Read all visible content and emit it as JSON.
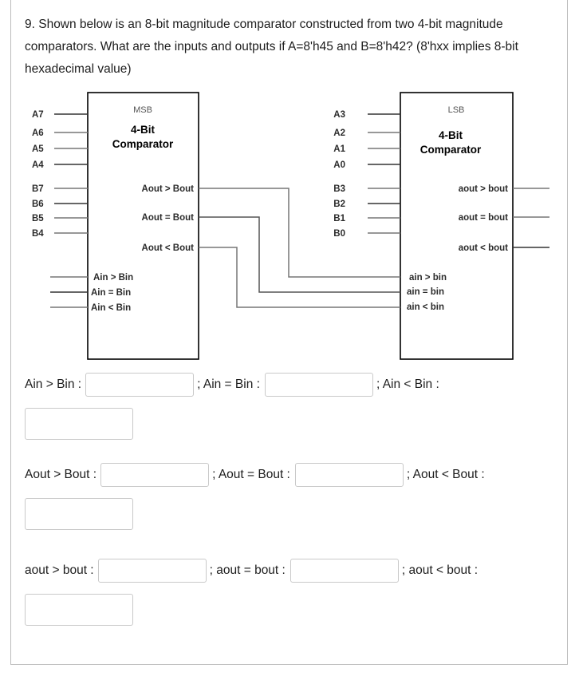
{
  "question": {
    "number": "9.",
    "text": "9. Shown below is an 8-bit magnitude comparator constructed from two 4-bit magnitude comparators. What are the inputs and outputs if  A=8'h45 and B=8'h42? (8'hxx implies 8-bit hexadecimal value)"
  },
  "diagram": {
    "msb_block": {
      "position_label": "MSB",
      "title_line1": "4-Bit",
      "title_line2": "Comparator",
      "a_inputs": [
        "A7",
        "A6",
        "A5",
        "A4"
      ],
      "b_inputs": [
        "B7",
        "B6",
        "B5",
        "B4"
      ],
      "cascade_inputs": [
        "Ain > Bin",
        "Ain = Bin",
        "Ain < Bin"
      ],
      "outputs": [
        "Aout > Bout",
        "Aout = Bout",
        "Aout < Bout"
      ]
    },
    "lsb_block": {
      "position_label": "LSB",
      "title_line1": "4-Bit",
      "title_line2": "Comparator",
      "a_inputs": [
        "A3",
        "A2",
        "A1",
        "A0"
      ],
      "b_inputs": [
        "B3",
        "B2",
        "B1",
        "B0"
      ],
      "cascade_inputs": [
        "ain > bin",
        "ain = bin",
        "ain < bin"
      ],
      "outputs": [
        "aout > bout",
        "aout = bout",
        "aout < bout"
      ]
    },
    "wire_color": "#555555",
    "block_border_color": "#000000"
  },
  "answers": [
    {
      "id": "ain-bin",
      "label1": "Ain > Bin :",
      "sep1": "; Ain = Bin :",
      "sep2": "; Ain < Bin :",
      "value1": "",
      "value2": "",
      "value3": ""
    },
    {
      "id": "aout-bout",
      "label1": "Aout > Bout :",
      "sep1": "; Aout = Bout :",
      "sep2": "; Aout < Bout :",
      "value1": "",
      "value2": "",
      "value3": ""
    },
    {
      "id": "aout-bout-lower",
      "label1": "aout > bout :",
      "sep1": "; aout = bout :",
      "sep2": "; aout < bout :",
      "value1": "",
      "value2": "",
      "value3": ""
    }
  ]
}
